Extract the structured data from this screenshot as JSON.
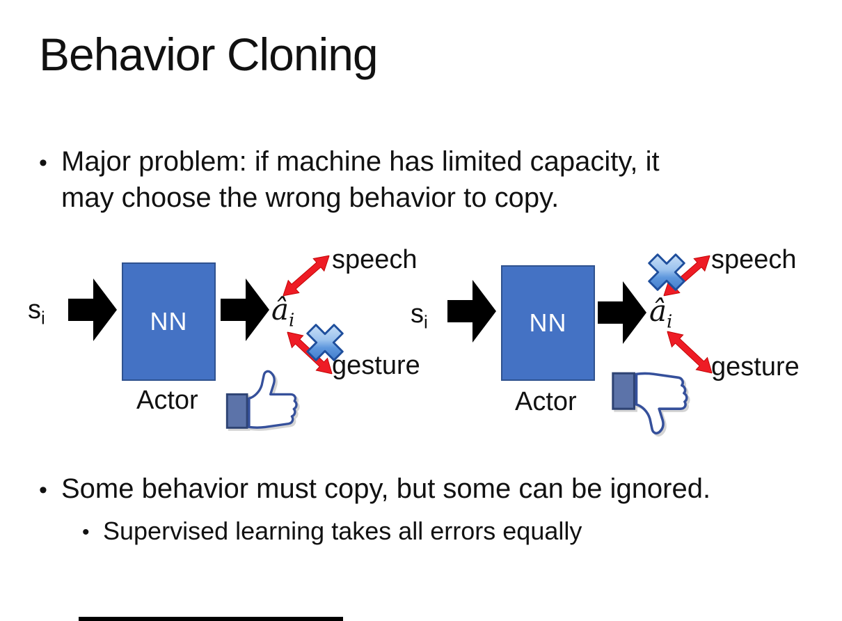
{
  "title": "Behavior Cloning",
  "bullets": {
    "b1_lines": [
      "Major problem: if machine has limited capacity, it",
      "may choose the wrong behavior to copy."
    ],
    "b2": "Some behavior must copy, but some can be ignored.",
    "b2a": "Supervised learning takes all errors equally",
    "marker": "•"
  },
  "diagrams": {
    "left": {
      "input": "s",
      "input_sub": "i",
      "nn": "NN",
      "output": "â",
      "output_sub": "i",
      "actor": "Actor",
      "speech": "speech",
      "gesture": "gesture",
      "crossed_out": "gesture",
      "feedback_icon": "thumbs-up-icon"
    },
    "right": {
      "input": "s",
      "input_sub": "i",
      "nn": "NN",
      "output": "â",
      "output_sub": "i",
      "actor": "Actor",
      "speech": "speech",
      "gesture": "gesture",
      "crossed_out": "speech",
      "feedback_icon": "thumbs-down-icon"
    }
  },
  "colors": {
    "nn_fill": "#4472C4",
    "nn_border": "#2F528F",
    "black_arrow": "#000000",
    "red_arrow": "#EE1C25",
    "cross_blue_stroke": "#1E4E9C",
    "thumb_outline": "#35509B",
    "thumb_cuff": "#5C73A9",
    "text": "#111111",
    "background": "#FFFFFF"
  }
}
